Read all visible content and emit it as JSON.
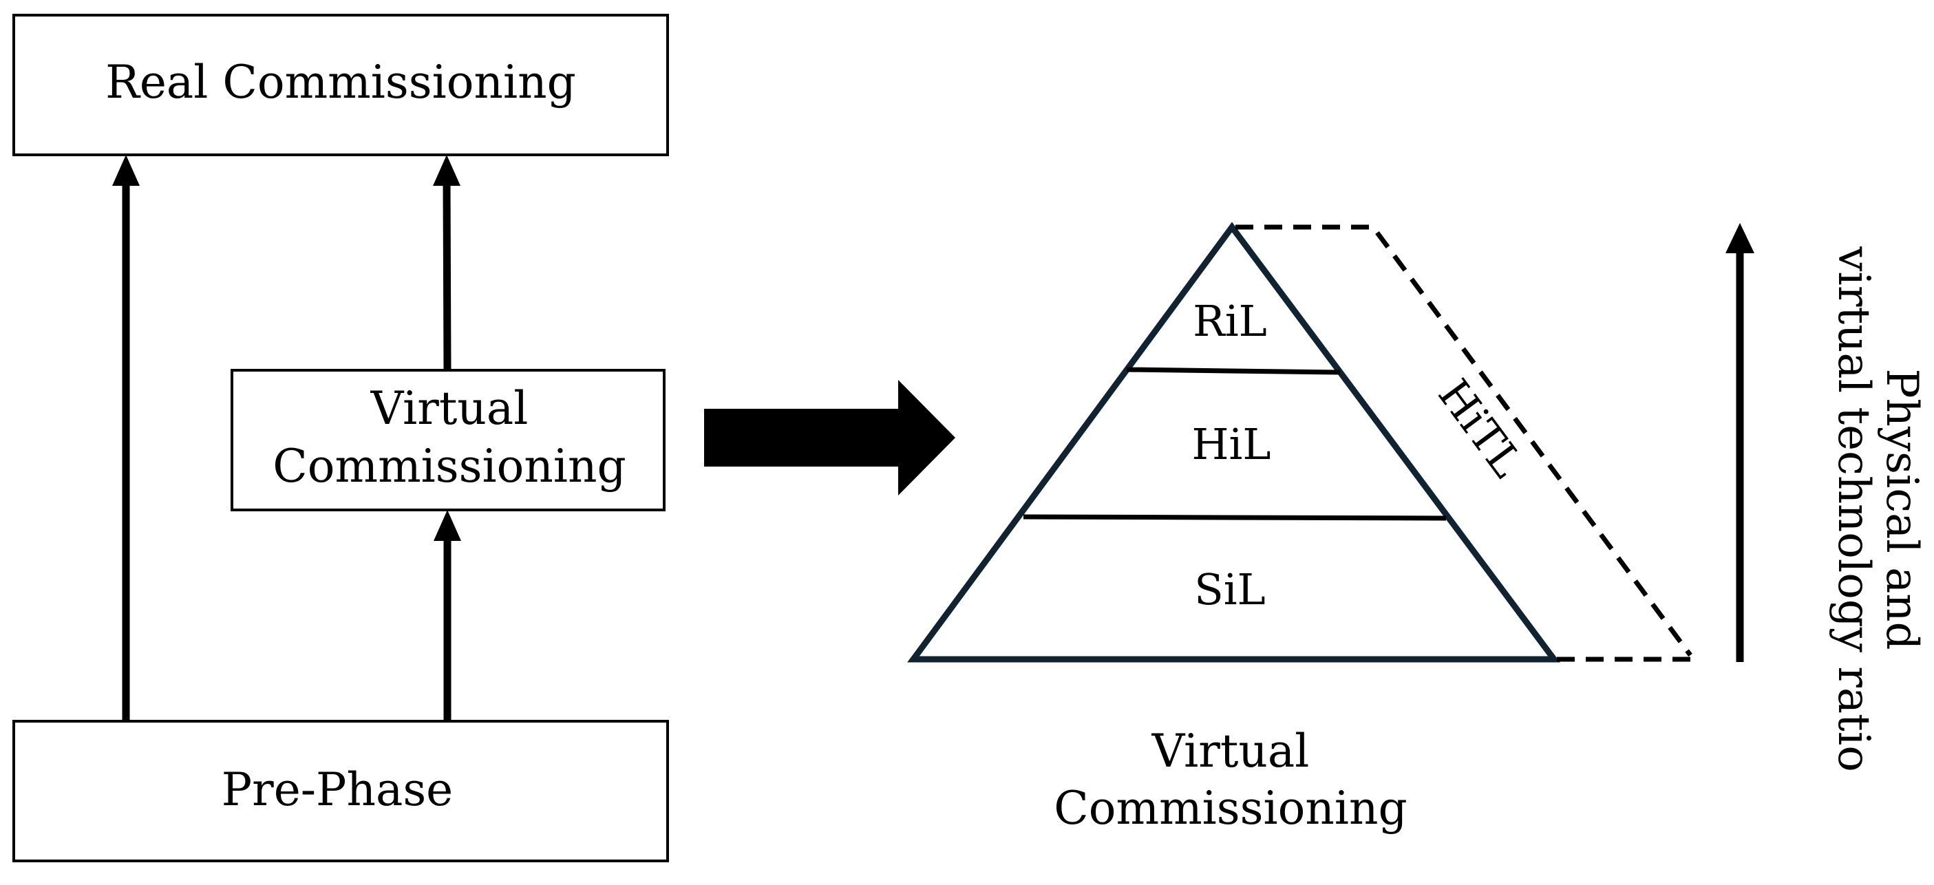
{
  "boxes": {
    "real_commissioning": "Real Commissioning",
    "virtual_commissioning_line1": "Virtual",
    "virtual_commissioning_line2": "Commissioning",
    "pre_phase": "Pre-Phase"
  },
  "pyramid": {
    "top_layer": "RiL",
    "middle_layer": "HiL",
    "bottom_layer": "SiL",
    "dashed_side_label": "HiTL",
    "caption_line1": "Virtual",
    "caption_line2": "Commissioning"
  },
  "ratio_axis": {
    "label_line1": "Physical and",
    "label_line2": "virtual technology ratio"
  },
  "colors": {
    "line": "#000000",
    "pyramid_outline": "#0f2430",
    "background": "#ffffff"
  }
}
